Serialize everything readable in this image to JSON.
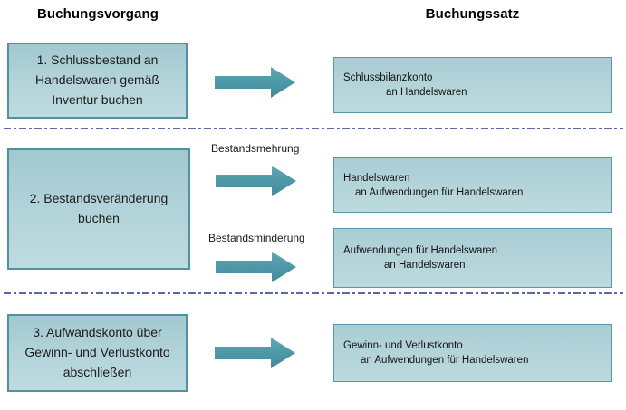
{
  "titles": {
    "left": "Buchungsvorgang",
    "right": "Buchungssatz"
  },
  "rows": [
    {
      "process": "1. Schlussbestand an\nHandelswaren gemäß\nInventur buchen",
      "entries": [
        {
          "line1": "Schlussbilanzkonto",
          "line2": "an Handelswaren"
        }
      ]
    },
    {
      "process": "2. Bestandsveränderung\nbuchen",
      "arrow_label_increase": "Bestandsmehrung",
      "arrow_label_decrease": "Bestandsminderung",
      "entries": [
        {
          "line1": "Handelswaren",
          "line2": "an Aufwendungen für Handelswaren"
        },
        {
          "line1": "Aufwendungen für Handelswaren",
          "line2": "an Handelswaren"
        }
      ]
    },
    {
      "process": "3. Aufwandskonto über\nGewinn- und Verlustkonto\nabschließen",
      "entries": [
        {
          "line1": "Gewinn- und Verlustkonto",
          "line2": "an Aufwendungen für Handelswaren"
        }
      ]
    }
  ],
  "icons": {
    "right_arrow": "block-arrow-right"
  },
  "colors": {
    "box_fill_top": "#a2c8d0",
    "box_fill_bottom": "#bedce0",
    "process_box_border": "#4f93a3",
    "entry_box_border": "#5897a7",
    "arrow_fill_top": "#63a7b4",
    "arrow_fill_mid": "#4d98a8",
    "arrow_fill_bottom": "#448b9b",
    "divider": "#5a69a8",
    "title_text": "#000000",
    "body_text": "#1a1a1a"
  }
}
